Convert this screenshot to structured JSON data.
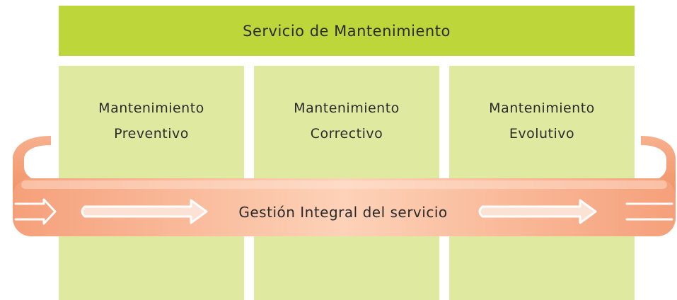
{
  "title": "Servicio de Mantenimiento",
  "columns": [
    {
      "line1": "Mantenimiento",
      "line2": "Preventivo"
    },
    {
      "line1": "Mantenimiento",
      "line2": "Correctivo"
    },
    {
      "line1": "Mantenimiento",
      "line2": "Evolutivo"
    }
  ],
  "band": {
    "label": "Gestión Integral del servicio"
  },
  "colors": {
    "header": "#bdd63a",
    "column": "#dfe9a0",
    "band_dark": "#f28a57",
    "band_light": "#fdd2b8"
  }
}
